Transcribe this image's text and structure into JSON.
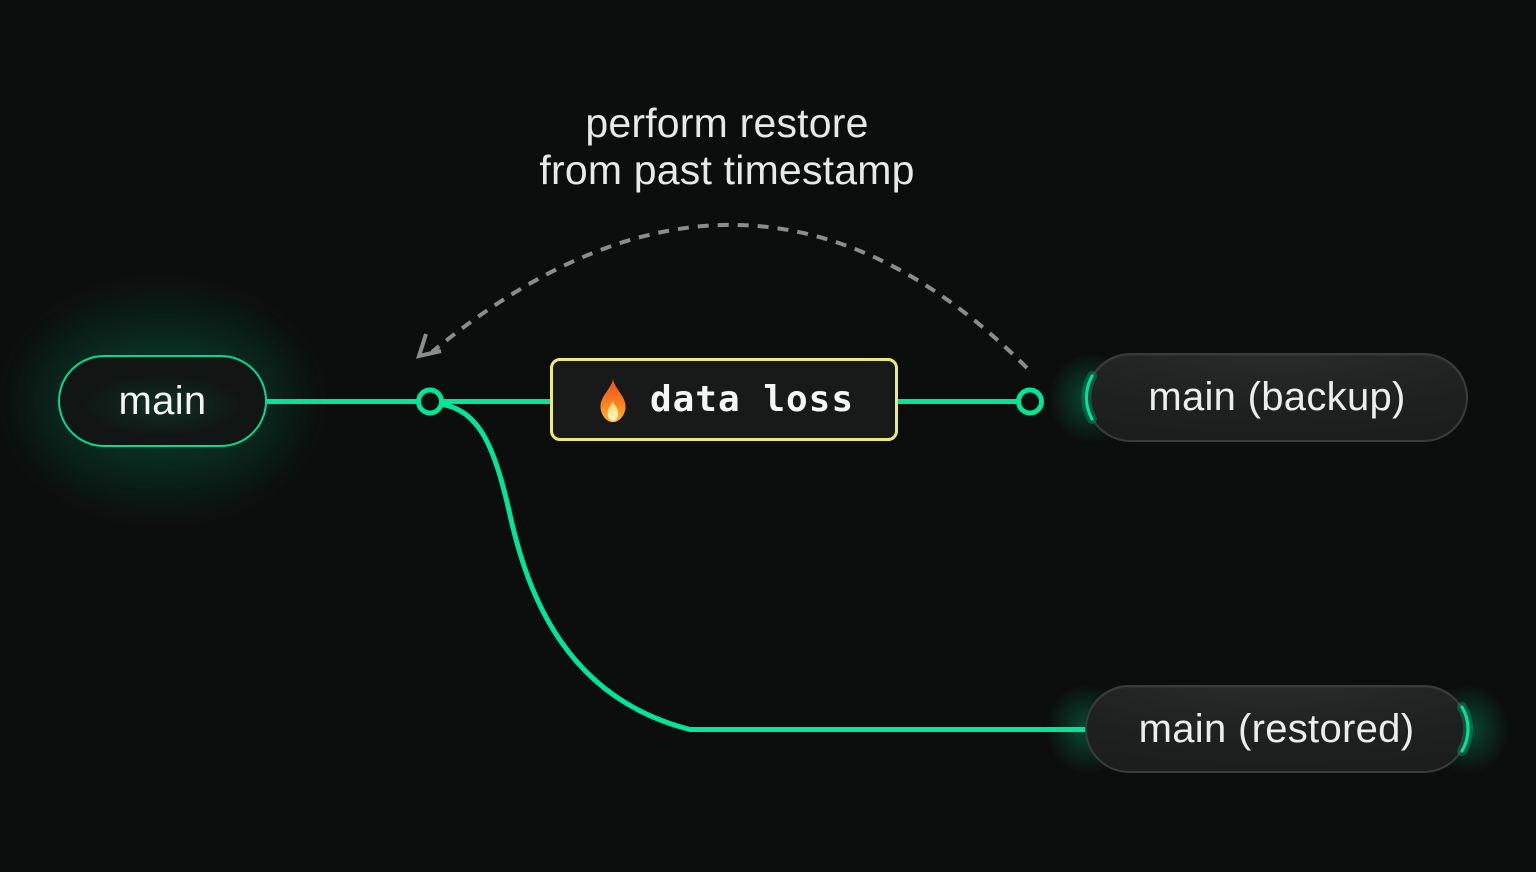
{
  "caption": {
    "line1": "perform restore",
    "line2": "from past timestamp"
  },
  "nodes": {
    "main": {
      "label": "main"
    },
    "backup": {
      "label": "main (backup)"
    },
    "restored": {
      "label": "main (restored)"
    }
  },
  "badge": {
    "label": "data loss",
    "icon": "flame-icon"
  },
  "colors": {
    "background": "#0c0e0d",
    "branch_green": "#00e599",
    "badge_border_yellow": "#ece97c",
    "dashed_arc_gray": "#8c8c8c",
    "node_border_gray": "#383d3b",
    "node_text": "#ededed",
    "caption_text": "#e8e8e8"
  }
}
